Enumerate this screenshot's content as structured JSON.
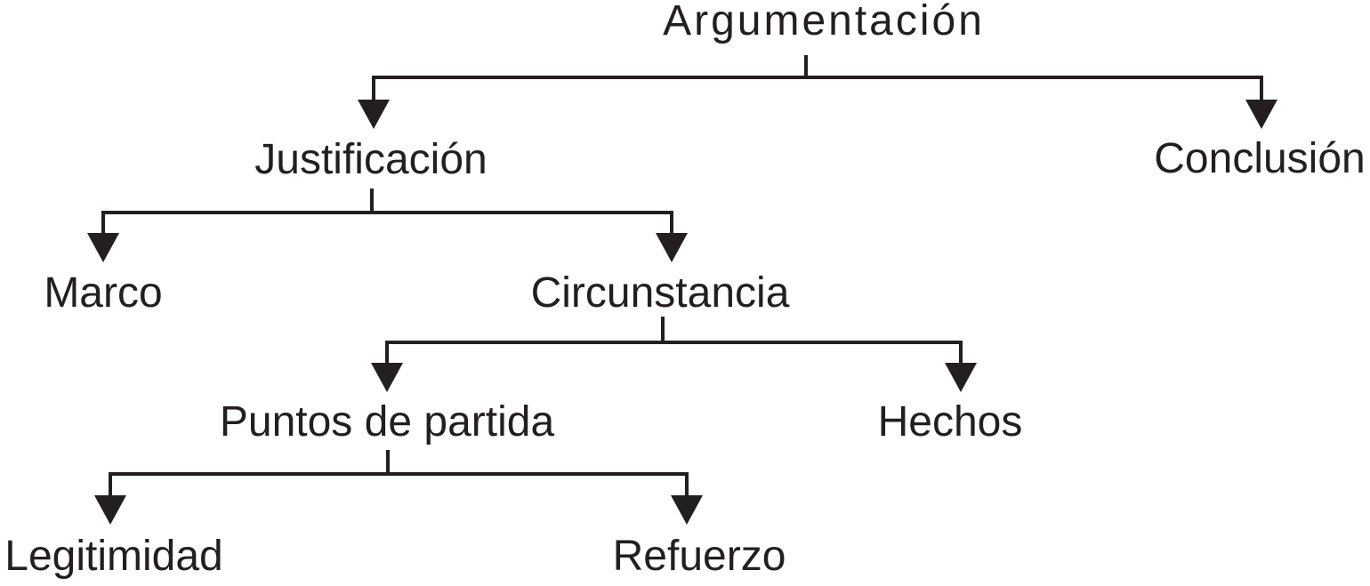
{
  "diagram": {
    "type": "tree",
    "orientation": "top-down",
    "colors": {
      "ink": "#231f20",
      "background": "#ffffff"
    },
    "hierarchy": {
      "label": "Argumentación",
      "children": [
        {
          "label": "Justificación",
          "children": [
            {
              "label": "Marco"
            },
            {
              "label": "Circunstancia",
              "children": [
                {
                  "label": "Puntos de partida",
                  "children": [
                    {
                      "label": "Legitimidad"
                    },
                    {
                      "label": "Refuerzo"
                    }
                  ]
                },
                {
                  "label": "Hechos"
                }
              ]
            }
          ]
        },
        {
          "label": "Conclusión"
        }
      ]
    }
  },
  "nodes": {
    "argumentacion": {
      "label": "Argumentación"
    },
    "justificacion": {
      "label": "Justificación"
    },
    "conclusion": {
      "label": "Conclusión"
    },
    "marco": {
      "label": "Marco"
    },
    "circunstancia": {
      "label": "Circunstancia"
    },
    "puntos_de_partida": {
      "label": "Puntos de partida"
    },
    "hechos": {
      "label": "Hechos"
    },
    "legitimidad": {
      "label": "Legitimidad"
    },
    "refuerzo": {
      "label": "Refuerzo"
    }
  }
}
